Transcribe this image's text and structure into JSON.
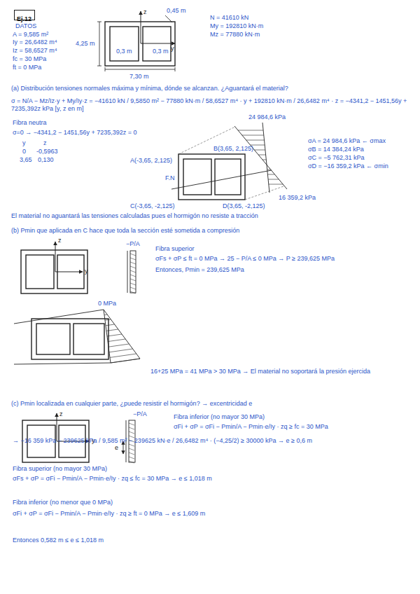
{
  "diagram": {
    "nodes": [
      {
        "text": [
          "Ej.12"
        ]
      }
    ],
    "labels": [
      "DATOS",
      "A = 9,585 m²",
      "Iy = 26,6482 m⁴",
      "Iz = 58,6527 m⁴",
      "fc = 30 MPa",
      "ft = 0 MPa",
      "0,45 m",
      "z",
      "y",
      "4,25 m",
      "0,3 m",
      "0,3 m",
      "7,30 m",
      "N = 41610 kN",
      "My = 192810 kN·m",
      "Mz = 77880 kN·m",
      "(a) Distribución tensiones normales máxima y mínima, dónde se alcanzan. ¿Aguantará el material?",
      "σ = N/A − Mz/Iz·y + My/Iy·z = −41610 kN / 9,5850 m² − 77880 kN·m / 58,6527 m⁴ · y + 192810 kN·m / 26,6482 m⁴ · z = −4341,2 − 1451,56y + 7235,392z kPa [y, z en m]",
      "Fibra neutra",
      "σ=0 → −4341,2 − 1451,56y + 7235,392z = 0",
      "y",
      "z",
      "0",
      "-0,5963",
      "3,65",
      "0,130",
      "24 984,6 kPa",
      "B(3,65, 2,125)",
      "A(-3,65, 2,125)",
      "F.N",
      "C(-3,65, -2,125)",
      "D(3,65, -2,125)",
      "16 359,2 kPa",
      "σA = 24 984,6 kPa ← σmax",
      "σB = 14 384,24 kPa",
      "σC = −5 762,31 kPa",
      "σD = −16 359,2 kPa ← σmin",
      "El material no aguantará las tensiones calculadas pues el hormigón no resiste a tracción",
      "(b) Pmin que aplicada en C hace que toda la sección esté sometida a compresión",
      "z",
      "y",
      "−P/A",
      "Fibra superior",
      "σFs + σP ≤ ft = 0 MPa → 25 − P/A ≤ 0 MPa → P ≥ 239,625 MPa",
      "Entonces, Pmin = 239,625 MPa",
      "0 MPa",
      "16+25 MPa = 41 MPa > 30 MPa → El material no soportará la presión ejercida",
      "(c) Pmin localizada en cualquier parte, ¿puede resistir el hormigón? → excentricidad e",
      "z",
      "y",
      "e",
      "−P/A",
      "Fibra inferior (no mayor 30 MPa)",
      "σFi + σP = σFi − Pmin/A − Pmin·e/Iy · zq ≥ fc = 30 MPa",
      "→ −16 359 kPa − 239625 kPa / 9,585 m² − 239625 kN·e / 26,6482 m⁴ · (−4,25/2) ≥ 30000 kPa → e ≥ 0,6 m",
      "Fibra superior (no mayor 30 MPa)",
      "σFs + σP = σFi − Pmin/A − Pmin·e/Iy · zq ≤ fc = 30 MPa → e ≤ 1,018 m",
      "Fibra inferior (no menor que 0 MPa)",
      "σFi + σP = σFi − Pmin/A − Pmin·e/Iy · zq ≥ ft = 0 MPa → e ≤ 1,609 m",
      "Entonces 0,582 m ≤ e ≤ 1,018 m"
    ]
  }
}
